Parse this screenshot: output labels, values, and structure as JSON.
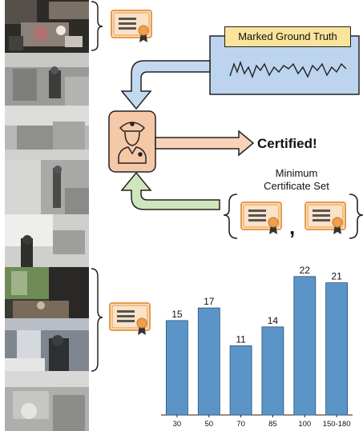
{
  "diagram": {
    "ground_truth_label": "Marked Ground Truth",
    "certified_label": "Certified!",
    "minimum_certificate_set_label": "Minimum\nCertificate Set",
    "separator": ",",
    "colors": {
      "ground_truth_box": "#bcd4ee",
      "ground_truth_label_bg": "#fae39a",
      "officer_box": "#f5c8a8",
      "arrow_blue": "#c3d9ef",
      "arrow_orange": "#f8d3b8",
      "arrow_green": "#cfe6bd",
      "certificate_bg": "#fbe1c6",
      "certificate_badge": "#f0a04a",
      "bar": "#5b95c8"
    }
  },
  "chart_data": {
    "type": "bar",
    "categories": [
      "30",
      "50",
      "70",
      "85",
      "100",
      "150-180"
    ],
    "values": [
      15,
      17,
      11,
      14,
      22,
      21
    ],
    "title": "",
    "xlabel": "",
    "ylabel": "",
    "ylim": [
      0,
      24
    ],
    "grid": false
  }
}
